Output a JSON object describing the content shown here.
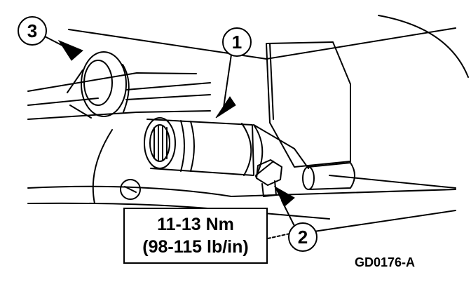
{
  "callouts": [
    {
      "number": "1"
    },
    {
      "number": "2"
    },
    {
      "number": "3"
    }
  ],
  "torque_spec": {
    "metric": "11-13 Nm",
    "imperial": "(98-115 lb/in)"
  },
  "figure_id": "GD0176-A"
}
